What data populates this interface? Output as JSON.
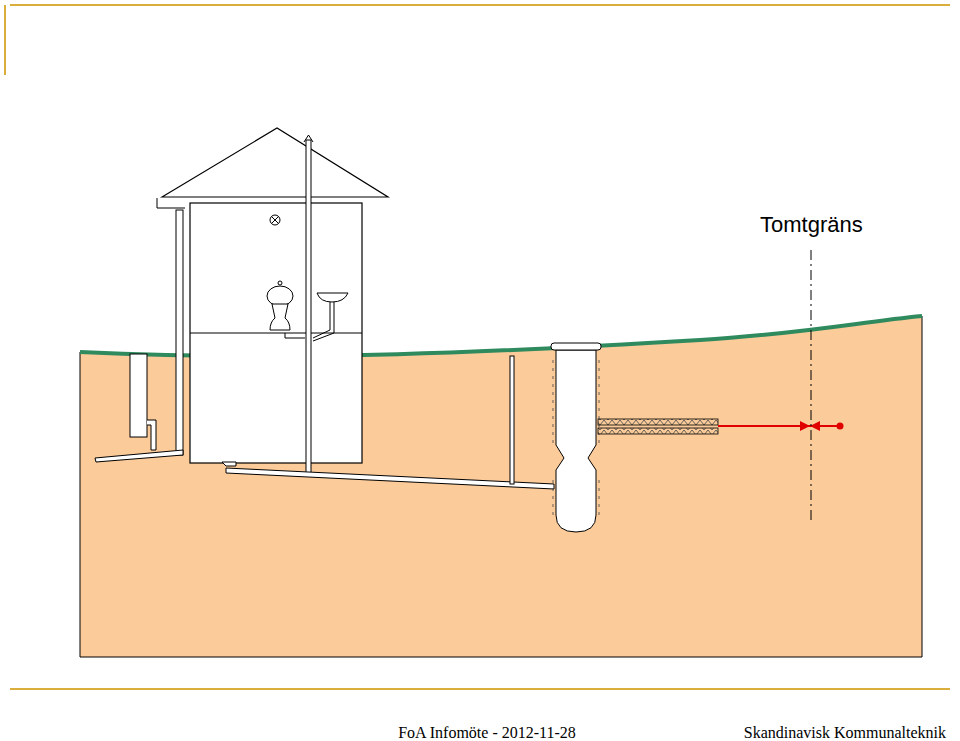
{
  "diagram": {
    "labels": [
      "Tomtgräns",
      "FoA Infomöte - 2012-11-28",
      "Skandinavisk Kommunalteknik"
    ]
  }
}
